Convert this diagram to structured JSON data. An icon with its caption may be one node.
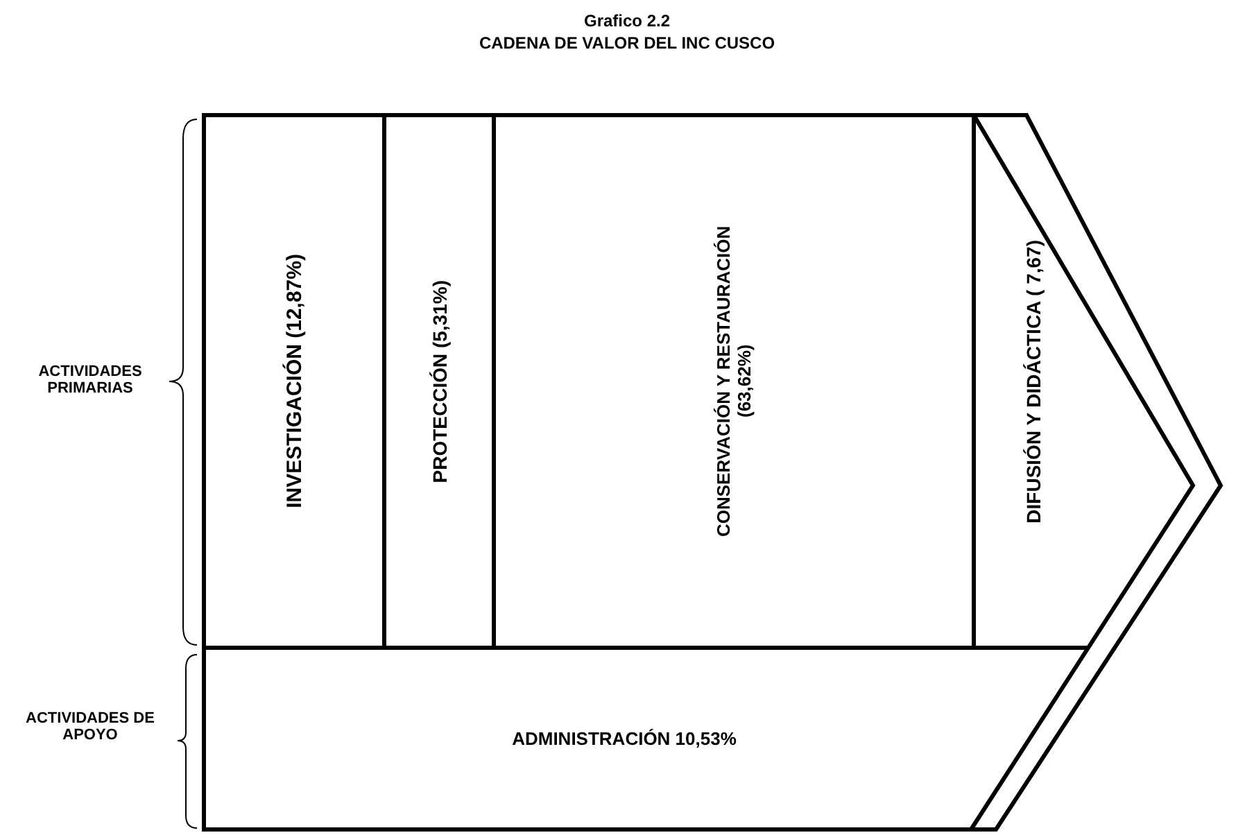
{
  "diagram": {
    "title": "CADENA DE VALOR DEL INC CUSCO",
    "nodes": [
      {
        "text": [
          "INVESTIGACIÓN (12,87%)"
        ]
      },
      {
        "text": [
          "PROTECCIÓN (5,31%)"
        ]
      },
      {
        "text": [
          "CONSERVACIÓN Y RESTAURACIÓN (63,62%)"
        ]
      },
      {
        "text": [
          "DIFUSIÓN Y DIDÁCTICA ( 7,67)"
        ]
      },
      {
        "text": [
          "ADMINISTRACIÓN 10,53%"
        ]
      }
    ],
    "labels": [
      "Grafico 2.2",
      "ACTIVIDADES PRIMARIAS",
      "ACTIVIDADES DE APOYO"
    ]
  }
}
